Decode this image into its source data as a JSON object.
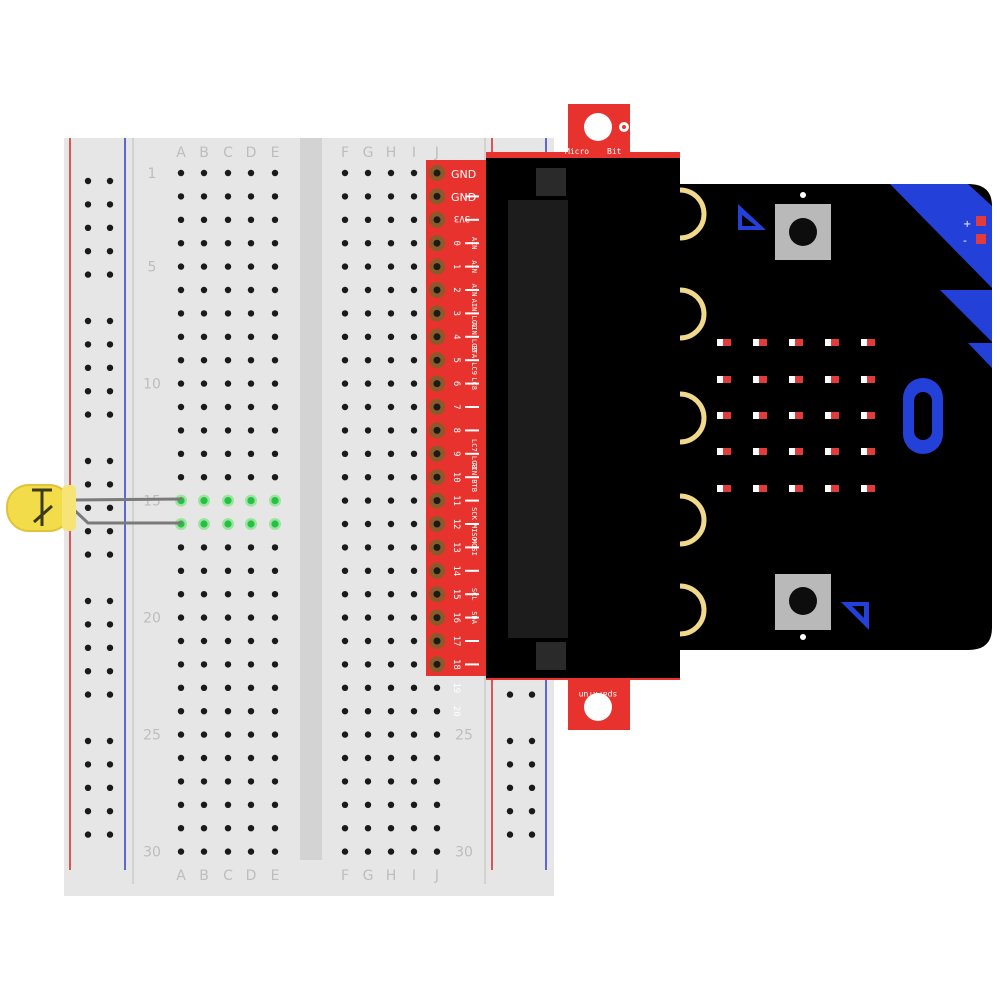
{
  "breadboard": {
    "columns_left": [
      "A",
      "B",
      "C",
      "D",
      "E"
    ],
    "columns_right": [
      "F",
      "G",
      "H",
      "I",
      "J"
    ],
    "row_numbers": [
      "1",
      "5",
      "10",
      "15",
      "20",
      "25",
      "30"
    ],
    "right_row_numbers": [
      "25",
      "30"
    ],
    "colors": {
      "body": "#e6e6e6",
      "rail_red": "#d0272c",
      "rail_blue": "#2a3fd1",
      "hole": "#1a1a1a",
      "hole_active": "#22c244"
    }
  },
  "led": {
    "color": "#f3dc4a",
    "icon": "led-icon",
    "rows": [
      15,
      16
    ]
  },
  "breakout": {
    "brand_top_left": "Micro",
    "brand_top_right": "Bit",
    "maker": "sparkfun",
    "gnd_labels": [
      "GND",
      "GND"
    ],
    "power_label": "3V3",
    "pins": [
      "0",
      "1",
      "2",
      "3",
      "4",
      "5",
      "6",
      "7",
      "8",
      "9",
      "10",
      "11",
      "12",
      "13",
      "14",
      "15",
      "16",
      "17",
      "18",
      "19",
      "20"
    ],
    "pin_functions": [
      "AIN",
      "AIN",
      "AIN",
      "AIN LC1",
      "AIN LC2",
      "BTA LC9",
      "LC8",
      "",
      "",
      "LC7 LC3",
      "AIN BTB",
      "",
      "SCK MISO",
      "MOSI",
      "",
      "SCL",
      "SDA",
      "",
      "",
      "",
      ""
    ],
    "colors": {
      "board": "#e8322e",
      "pad": "#8a5a2b"
    }
  },
  "microbit": {
    "plus_label": "+",
    "minus_label": "-",
    "button_a_icon": "button-a-icon",
    "button_b_icon": "button-b-icon",
    "led_matrix": "5x5",
    "colors": {
      "body": "#000000",
      "accent": "#2340d8",
      "led": "#e23b3b",
      "edge_pad": "#f0d98a"
    }
  }
}
